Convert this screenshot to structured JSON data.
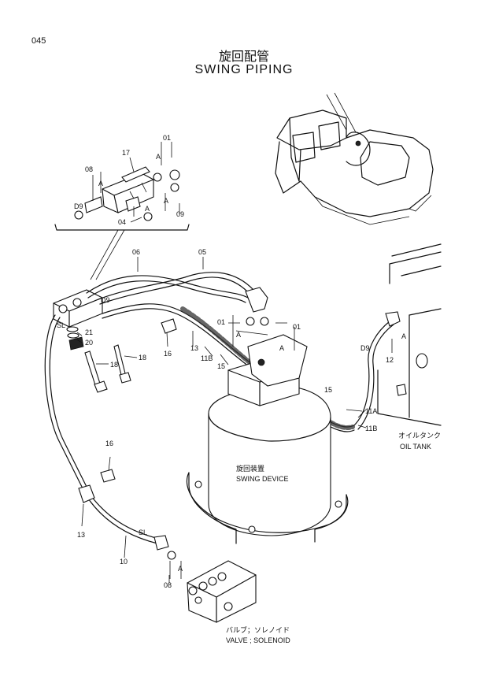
{
  "header": {
    "page_no": "045",
    "title_jp": "旋回配管",
    "title_en": "SWING PIPING"
  },
  "captions": {
    "oil_tank_jp": "オイルタンク",
    "oil_tank_en": "OIL TANK",
    "swing_device_jp": "旋回装置",
    "swing_device_en": "SWING DEVICE",
    "valve_jp": "バルブ；ソレノイド",
    "valve_en": "VALVE ; SOLENOID"
  },
  "labels": {
    "p01": "01",
    "p04": "04",
    "p05": "05",
    "p06": "06",
    "p08": "08",
    "p09": "09",
    "p10": "10",
    "p11a": "11A",
    "p11b": "11B",
    "p12": "12",
    "p13": "13",
    "p15": "15",
    "p16": "16",
    "p17": "17",
    "p18": "18",
    "p20": "20",
    "p21": "21",
    "a": "A",
    "d9": "D9",
    "sl": "SL"
  }
}
